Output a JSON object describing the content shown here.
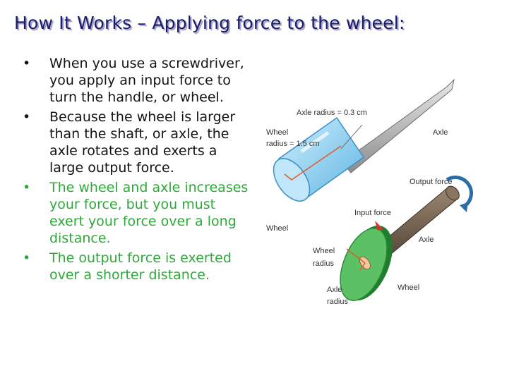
{
  "slide": {
    "title": "How It Works – Applying force to the wheel:",
    "bullets": [
      {
        "text": "When you use a screwdriver, you apply an input force to turn the handle, or wheel.",
        "color": "#141414"
      },
      {
        "text": "Because the wheel is larger than the shaft, or axle, the axle rotates and exerts a large output force.",
        "color": "#141414"
      },
      {
        "text": "The wheel and axle increases your force, but you must exert your force over a long distance.",
        "color": "#2fa83a"
      },
      {
        "text": "The output force is exerted over a shorter distance.",
        "color": "#2fa83a"
      }
    ],
    "bullet_glyph": "•"
  },
  "figure": {
    "labels": {
      "axle_radius": "Axle radius = 0.3 cm",
      "wheel_radius_line1": "Wheel",
      "wheel_radius_line2": "radius = 1.5 cm",
      "axle_top": "Axle",
      "wheel_screwdriver": "Wheel",
      "output_force": "Output force",
      "input_force": "Input force",
      "axle_bottom": "Axle",
      "wheel_radius_a": "Wheel",
      "wheel_radius_b": "radius",
      "axle_radius_a": "Axle",
      "axle_radius_b": "radius",
      "wheel_bottom": "Wheel"
    },
    "colors": {
      "handle": "#8fd0f0",
      "wheel": "#3aa84a",
      "axle": "#6b5a48",
      "input_arrow": "#d9332b",
      "output_arrow": "#2a6ea8"
    }
  }
}
